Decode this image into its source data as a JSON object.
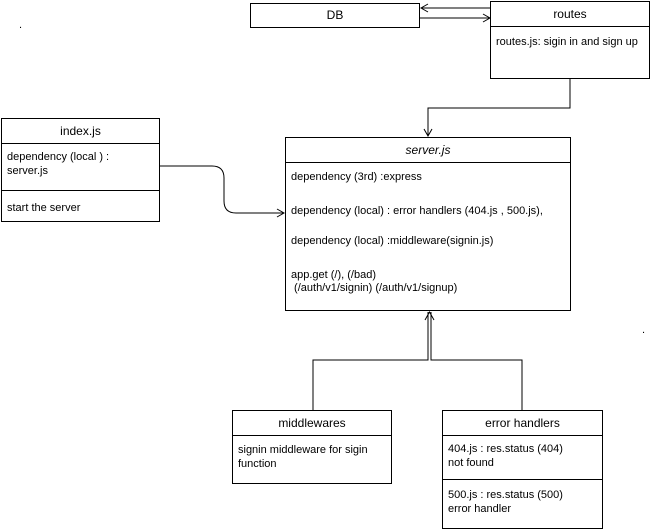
{
  "db": {
    "label": "DB"
  },
  "routes": {
    "title": "routes",
    "body": "routes.js: sigin in and sign up"
  },
  "index": {
    "title": "index.js",
    "dependency": "dependency  (local ) :\nserver.js",
    "start": "start the server"
  },
  "server": {
    "title": "server.js",
    "dep_express": "dependency (3rd) :express",
    "dep_errors": "dependency (local) : error handlers (404.js , 500.js),",
    "dep_middleware": "dependency (local) :middleware(signin.js)",
    "routes_line1": "app.get (/), (/bad)",
    "routes_line2": " (/auth/v1/signin) (/auth/v1/signup)"
  },
  "middlewares": {
    "title": "middlewares",
    "body": "signin middleware for sigin\nfunction"
  },
  "error_handlers": {
    "title": "error handlers",
    "item404": "404.js : res.status (404)\nnot found",
    "item500": "500.js : res.status (500)\nerror handler"
  },
  "stray_marks": [
    ".",
    "."
  ]
}
